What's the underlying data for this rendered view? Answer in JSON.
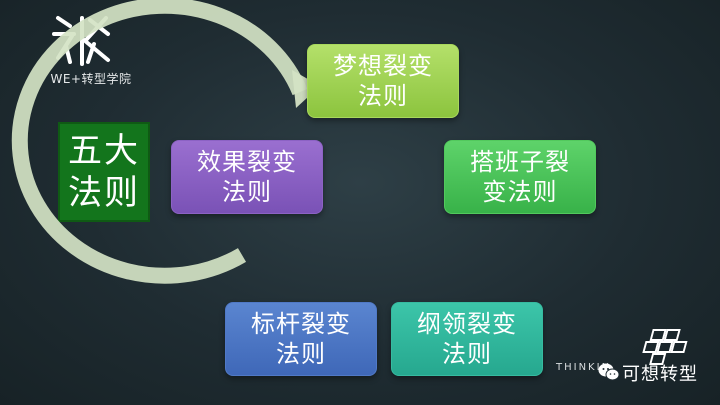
{
  "logo": {
    "text": "WE+转型学院",
    "icon": "we-plus-logo-icon"
  },
  "side_title": {
    "line1": "五大",
    "line2": "法则"
  },
  "cycle": [
    {
      "line1": "梦想裂变",
      "line2": "法则",
      "color": "#9fd255"
    },
    {
      "line1": "搭班子裂",
      "line2": "变法则",
      "color": "#46bf55"
    },
    {
      "line1": "纲领裂变",
      "line2": "法则",
      "color": "#30b69c"
    },
    {
      "line1": "标杆裂变",
      "line2": "法则",
      "color": "#4b76c4"
    },
    {
      "line1": "效果裂变",
      "line2": "法则",
      "color": "#8a60c3"
    }
  ],
  "watermark": {
    "thinking": "THINKIN",
    "account": "可想转型",
    "icon": "wechat-icon"
  }
}
